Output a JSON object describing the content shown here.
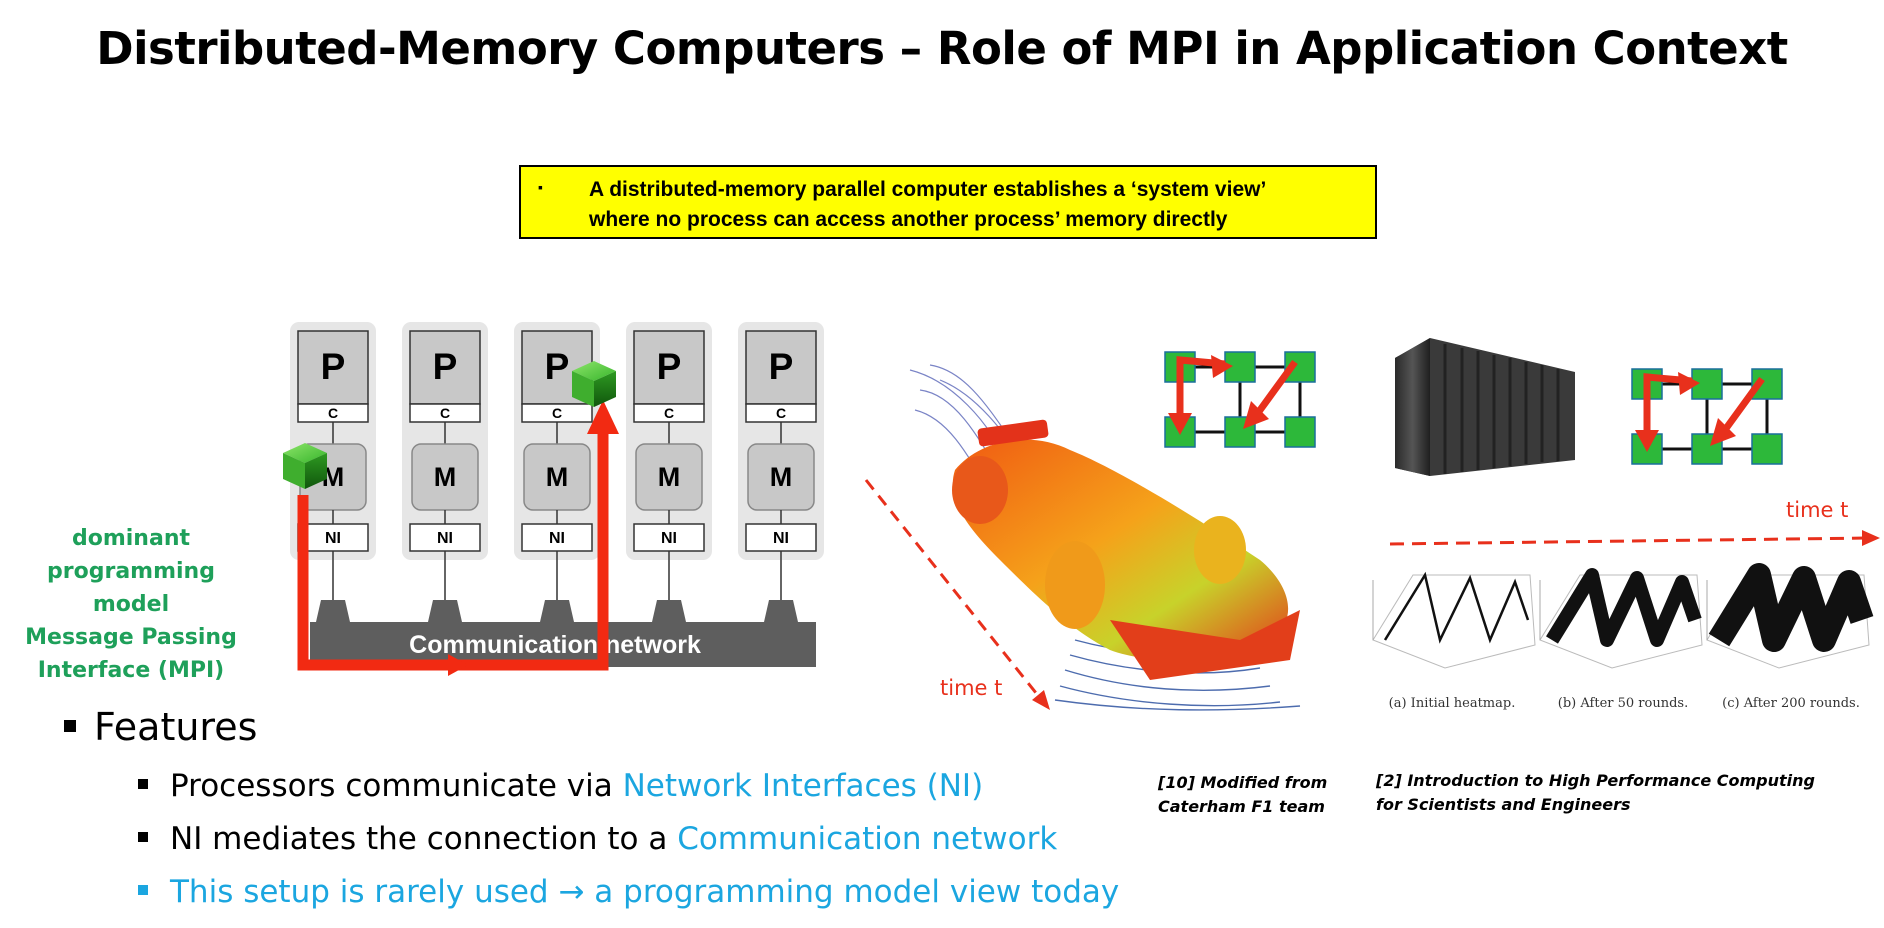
{
  "title": "Distributed-Memory Computers –  Role of MPI in Application Context",
  "highlight_box": {
    "bullet": "▪",
    "line1": "A distributed-memory parallel computer establishes a ‘system view’",
    "line2": "where no process can access another process’ memory directly"
  },
  "architecture": {
    "node_labels": {
      "processor": "P",
      "cache": "C",
      "memory": "M",
      "network_interface": "NI"
    },
    "network_label": "Communication network",
    "colors": {
      "node_bg": "#e6e6e6",
      "box_bg": "#c8c8c8",
      "network": "#5e5e5e",
      "message_path": "#f22a12",
      "cube": "#2fb52c"
    }
  },
  "mpi_label": {
    "line1": "dominant",
    "line2": "programming model",
    "line3": "Message Passing",
    "line4": "Interface (MPI)"
  },
  "features": {
    "heading": "Features",
    "items": [
      {
        "text": "Processors communicate via ",
        "highlight": "Network Interfaces (NI)"
      },
      {
        "text": "NI mediates the connection to a ",
        "highlight": "Communication network"
      },
      {
        "text": "This setup is rarely used → a programming model view today"
      }
    ]
  },
  "time_labels": {
    "left": "time t",
    "right": "time t"
  },
  "heatmap_captions": [
    "(a) Initial heatmap.",
    "(b) After 50 rounds.",
    "(c) After 200 rounds."
  ],
  "citations": {
    "f1": {
      "line1": "[10] Modified from",
      "line2": "Caterham F1 team"
    },
    "hpc": {
      "line1": "[2] Introduction to High Performance Computing",
      "line2": "for Scientists and Engineers"
    }
  },
  "colors": {
    "accent_blue": "#1ba6e0",
    "accent_green": "#1ea05a",
    "arrow_red": "#e8301c",
    "grid_node_green": "#2db83a"
  }
}
